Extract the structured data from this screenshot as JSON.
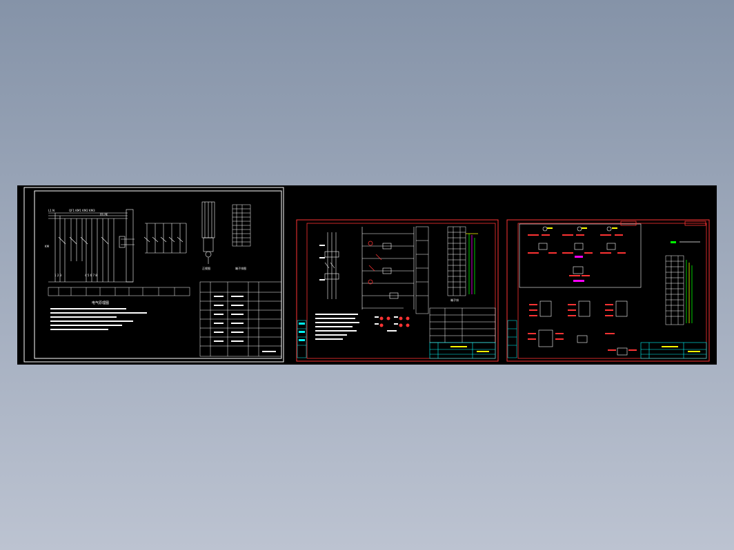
{
  "viewer": {
    "background_top": "#8593a8",
    "background_bottom": "#bcc3d1",
    "canvas_color": "#000000"
  },
  "sheets": [
    {
      "id": "sheet-1",
      "frame_color": "#ffffff",
      "labels": {
        "schematic_caption": "电气原理图",
        "panel_caption": "端子排图",
        "front_caption": "正视图"
      }
    },
    {
      "id": "sheet-2",
      "frame_color": "#ff3333",
      "labels": {
        "table_caption": "端子排"
      }
    },
    {
      "id": "sheet-3",
      "frame_color": "#ff3333",
      "labels": {}
    }
  ],
  "colors": {
    "cad_white": "#ffffff",
    "cad_red": "#ff3333",
    "cad_cyan": "#00ffff",
    "cad_green": "#00ff00",
    "cad_yellow": "#ffff00",
    "cad_magenta": "#ff00ff"
  }
}
